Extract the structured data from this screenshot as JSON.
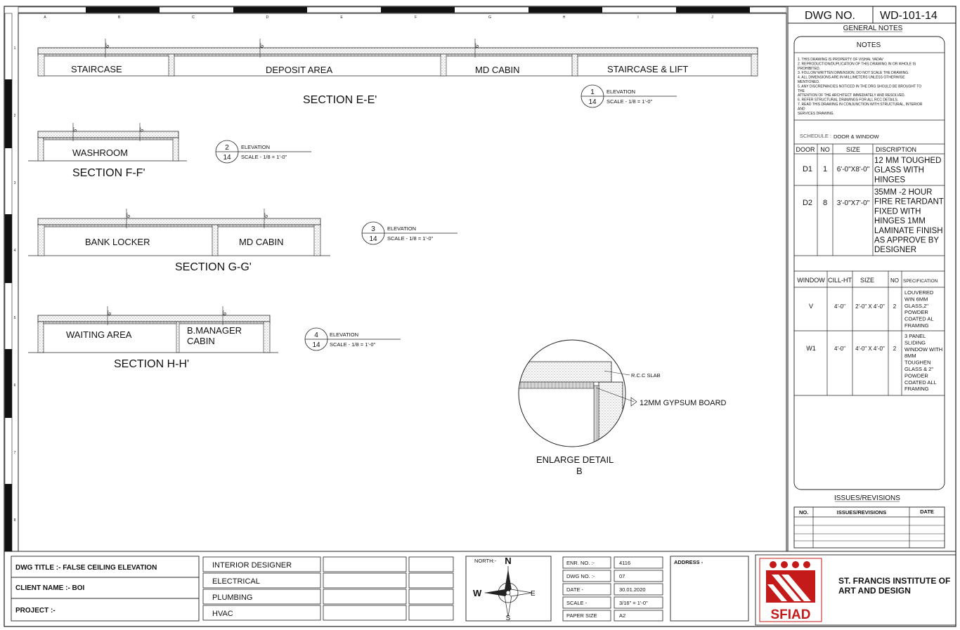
{
  "title_block": {
    "dwg_no_label": "DWG NO.",
    "dwg_no_value": "WD-101-14",
    "general_notes": "GENERAL NOTES",
    "notes_heading": "NOTES",
    "notes": [
      "1.   THIS DRAWING IS PROPERTY OF VISHAL YADAV",
      "2.   REPRODUCTION/DUPLICATION OF THIS DRAWING IN OR WHOLE IS",
      "      PROHIBITED.",
      "3.   FOLLOW WRITTEN DIMENSION, DO NOT SCALE THE DRAWING.",
      "4.   ALL DIMENSIONS ARE IN MILLIMETERS UNLESS OTHERWISE",
      "      MENTIONED.",
      "5.   ANY DISCREPANCIES NOTICED IN THE DRG SHOULD BE BROUGHT TO",
      "      THE",
      "      ATTENTION OF THE ARCHITECT IMMEDIATELY AND RESOLVED.",
      "6.   REFER STRUCTURAL DRAWINGS FOR ALL RCC DETAILS.",
      "7.   READ THIS DRAWING IN CONJUNCTION WITH STRUCTURAL, INTERIOR",
      "      AND",
      "      SERVICES DRAWING."
    ]
  },
  "door_schedule": {
    "schedule_label": "SCHEDULE :",
    "schedule_value": "DOOR & WINDOW",
    "headers": [
      "DOOR",
      "NO",
      "SIZE",
      "DISCRIPTION"
    ],
    "rows": [
      {
        "door": "D1",
        "no": "1",
        "size": "6'-0\"X8'-0\"",
        "desc": [
          "12 MM TOUGHED",
          "GLASS WITH",
          "HINGES"
        ]
      },
      {
        "door": "D2",
        "no": "8",
        "size": "3'-0\"X7'-0\"",
        "desc": [
          "35MM -2 HOUR",
          "FIRE RETARDANT",
          "FIXED WITH",
          "HINGES 1MM",
          "LAMINATE FINISH",
          "AS APPROVE BY",
          "DESIGNER"
        ]
      }
    ]
  },
  "window_schedule": {
    "headers": [
      "WINDOW",
      "CILL-HT",
      "SIZE",
      "NO",
      "SPECIFICATION"
    ],
    "rows": [
      {
        "window": "V",
        "cill": "4'-0\"",
        "size": "2'-0\" X 4'-0\"",
        "no": "2",
        "spec": [
          "LOUVERED",
          "WIN 6MM",
          "GLASS,2\"",
          "POWDER",
          "COATED AL",
          "FRAMING"
        ]
      },
      {
        "window": "W1",
        "cill": "4'-0\"",
        "size": "4'-0\" X 4'-0\"",
        "no": "2",
        "spec": [
          "3 PANEL",
          "SLIDING",
          "WINDOW WITH",
          "8MM",
          "TOUGHEN",
          "GLASS & 2\"",
          "POWDER",
          "COATED ALL",
          "FRAMING"
        ]
      }
    ]
  },
  "revisions": {
    "heading": "ISSUES/REVISIONS",
    "headers": [
      "NO.",
      "ISSUES/REVISIONS",
      "DATE"
    ]
  },
  "grid": {
    "columns": [
      "A",
      "B",
      "C",
      "D",
      "E",
      "F",
      "G",
      "H",
      "I",
      "J"
    ],
    "rows": [
      "1",
      "2",
      "3",
      "4",
      "5",
      "6",
      "7",
      "8"
    ]
  },
  "sections": [
    {
      "title": "SECTION  E-E'",
      "rooms": [
        "STAIRCASE",
        "DEPOSIT AREA",
        "MD CABIN",
        "STAIRCASE & LIFT"
      ],
      "dims": [
        "6\"",
        "6\"",
        "6\""
      ],
      "tag": {
        "num": "1",
        "sheet": "14",
        "label": "ELEVATION",
        "scale": "SCALE - 1/8 = 1'-0\""
      }
    },
    {
      "title": "SECTION  F-F'",
      "rooms": [
        "WASHROOM"
      ],
      "dims": [
        "6\"",
        "6\""
      ],
      "tag": {
        "num": "2",
        "sheet": "14",
        "label": "ELEVATION",
        "scale": "SCALE - 1/8 = 1'-0\""
      }
    },
    {
      "title": "SECTION  G-G'",
      "rooms": [
        "BANK LOCKER",
        "MD CABIN"
      ],
      "dims": [
        "6\"",
        "6\""
      ],
      "tag": {
        "num": "3",
        "sheet": "14",
        "label": "ELEVATION",
        "scale": "SCALE - 1/8 = 1'-0\""
      }
    },
    {
      "title": "SECTION  H-H'",
      "rooms": [
        "WAITING AREA",
        "B.MANAGER",
        "CABIN"
      ],
      "dims": [
        "6\"",
        "6\""
      ],
      "tag": {
        "num": "4",
        "sheet": "14",
        "label": "ELEVATION",
        "scale": "SCALE - 1/8 = 1'-0\""
      }
    }
  ],
  "detail": {
    "rcc_label": "R.C.C SLAB",
    "gypsum_label": "12MM GYPSUM BOARD",
    "title": "ENLARGE DETAIL",
    "letter": "B"
  },
  "footer": {
    "dwg_title": "DWG TITLE :- FALSE CEILING ELEVATION",
    "client_name": "CLIENT NAME :- BOI",
    "project": "PROJECT :-",
    "disciplines": [
      "INTERIOR DESIGNER",
      "ELECTRICAL",
      "PLUMBING",
      "HVAC"
    ],
    "north_label": "NORTH:-",
    "compass": {
      "n": "N",
      "s": "S",
      "e": "E",
      "w": "W"
    },
    "info": [
      {
        "label": "ENR. NO. :-",
        "value": "4116"
      },
      {
        "label": "DWG NO. :-",
        "value": "07"
      },
      {
        "label": "DATE -",
        "value": "30.01.2020"
      },
      {
        "label": "SCALE -",
        "value": "3/16\" = 1'-0\""
      },
      {
        "label": "PAPER SIZE",
        "value": "A2"
      }
    ],
    "address": "ADDRESS -",
    "logo_text": "SFIAD",
    "institute_line1": "ST. FRANCIS INSTITUTE OF",
    "institute_line2": "ART AND DESIGN"
  }
}
